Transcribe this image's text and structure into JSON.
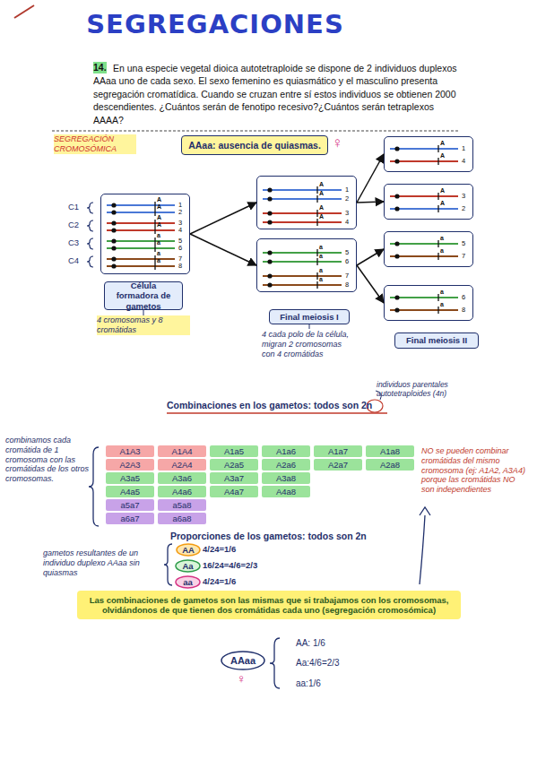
{
  "diagram": {
    "title": "SEGREGACIONES",
    "nodes": [
      {
        "text": [
          "AAaa: ausencia de quiasmas."
        ]
      },
      {
        "text": [
          "A",
          "1",
          "A",
          "2",
          "A",
          "3",
          "A",
          "4",
          "a",
          "5",
          "a",
          "6",
          "a",
          "7",
          "a",
          "8"
        ]
      },
      {
        "text": [
          "A",
          "1",
          "A",
          "2",
          "A",
          "3",
          "A",
          "4"
        ]
      },
      {
        "text": [
          "a",
          "5",
          "a",
          "6",
          "a",
          "7",
          "a",
          "8"
        ]
      },
      {
        "text": [
          "A",
          "1",
          "A",
          "4"
        ]
      },
      {
        "text": [
          "A",
          "3",
          "A",
          "2"
        ]
      },
      {
        "text": [
          "a",
          "5",
          "a",
          "7"
        ]
      },
      {
        "text": [
          "a",
          "6",
          "a",
          "8"
        ]
      },
      {
        "text": [
          "Célula formadora de gametos"
        ]
      },
      {
        "text": [
          "Final meiosis I"
        ]
      },
      {
        "text": [
          "Final meiosis II"
        ]
      },
      {
        "text": [
          "AA"
        ]
      },
      {
        "text": [
          "Aa"
        ]
      },
      {
        "text": [
          "aa"
        ]
      },
      {
        "text": [
          "Las combinaciones de gametos son las mismas que si trabajamos con los cromosomas, olvidándonos de que tienen dos cromátidas cada uno (segregación cromosómica)"
        ]
      },
      {
        "text": [
          "AAaa"
        ]
      }
    ],
    "edges": [
      {
        "from": 1,
        "to": 2,
        "arrow": "to"
      },
      {
        "from": 1,
        "to": 3,
        "arrow": "to"
      },
      {
        "from": 2,
        "to": 4,
        "arrow": "to"
      },
      {
        "from": 2,
        "to": 5,
        "arrow": "to"
      },
      {
        "from": 3,
        "to": 6,
        "arrow": "to"
      },
      {
        "from": 3,
        "to": 7,
        "arrow": "to"
      }
    ],
    "labels": [
      "14.",
      "En una especie vegetal dioica autotetraploide se dispone de 2 individuos duplexos AAaa uno de cada sexo. El sexo femenino es quiasmático y el masculino presenta segregación cromatídica. Cuando se cruzan entre sí estos individuos se obtienen 2000 descendientes. ¿Cuántos serán de fenotipo recesivo?¿Cuántos serán tetraplexos AAAA?",
      "SEGREGACIÓN CROMOSÓMICA",
      "♀",
      "C1",
      "C2",
      "C3",
      "C4",
      "4 cromosomas y 8 cromátidas",
      "4 cada polo de la célula, migran 2 cromosomas con 4 cromátidas",
      "Combinaciones en los gametos: todos son 2n",
      "individuos parentales autotetraploides (4n)",
      "combinamos cada cromátida de 1 cromosoma con las cromátidas de los otros cromosomas.",
      "A1A3",
      "A1A4",
      "A1a5",
      "A1a6",
      "A1a7",
      "A1a8",
      "A2A3",
      "A2A4",
      "A2a5",
      "A2a6",
      "A2a7",
      "A2a8",
      "A3a5",
      "A3a6",
      "A3a7",
      "A3a8",
      "A4a5",
      "A4a6",
      "A4a7",
      "A4a8",
      "a5a7",
      "a5a8",
      "a6a7",
      "a6a8",
      "NO se pueden combinar cromátidas del mismo cromosoma (ej: A1A2, A3A4) porque las cromátidas NO son independientes",
      "Proporciones de los gametos: todos son 2n",
      "gametos resultantes de un individuo duplexo AAaa sin quiasmas",
      "4/24=1/6",
      "16/24=4/6=2/3",
      "4/24=1/6",
      "♀",
      "AA: 1/6",
      "Aa:4/6=2/3",
      "aa:1/6"
    ]
  }
}
